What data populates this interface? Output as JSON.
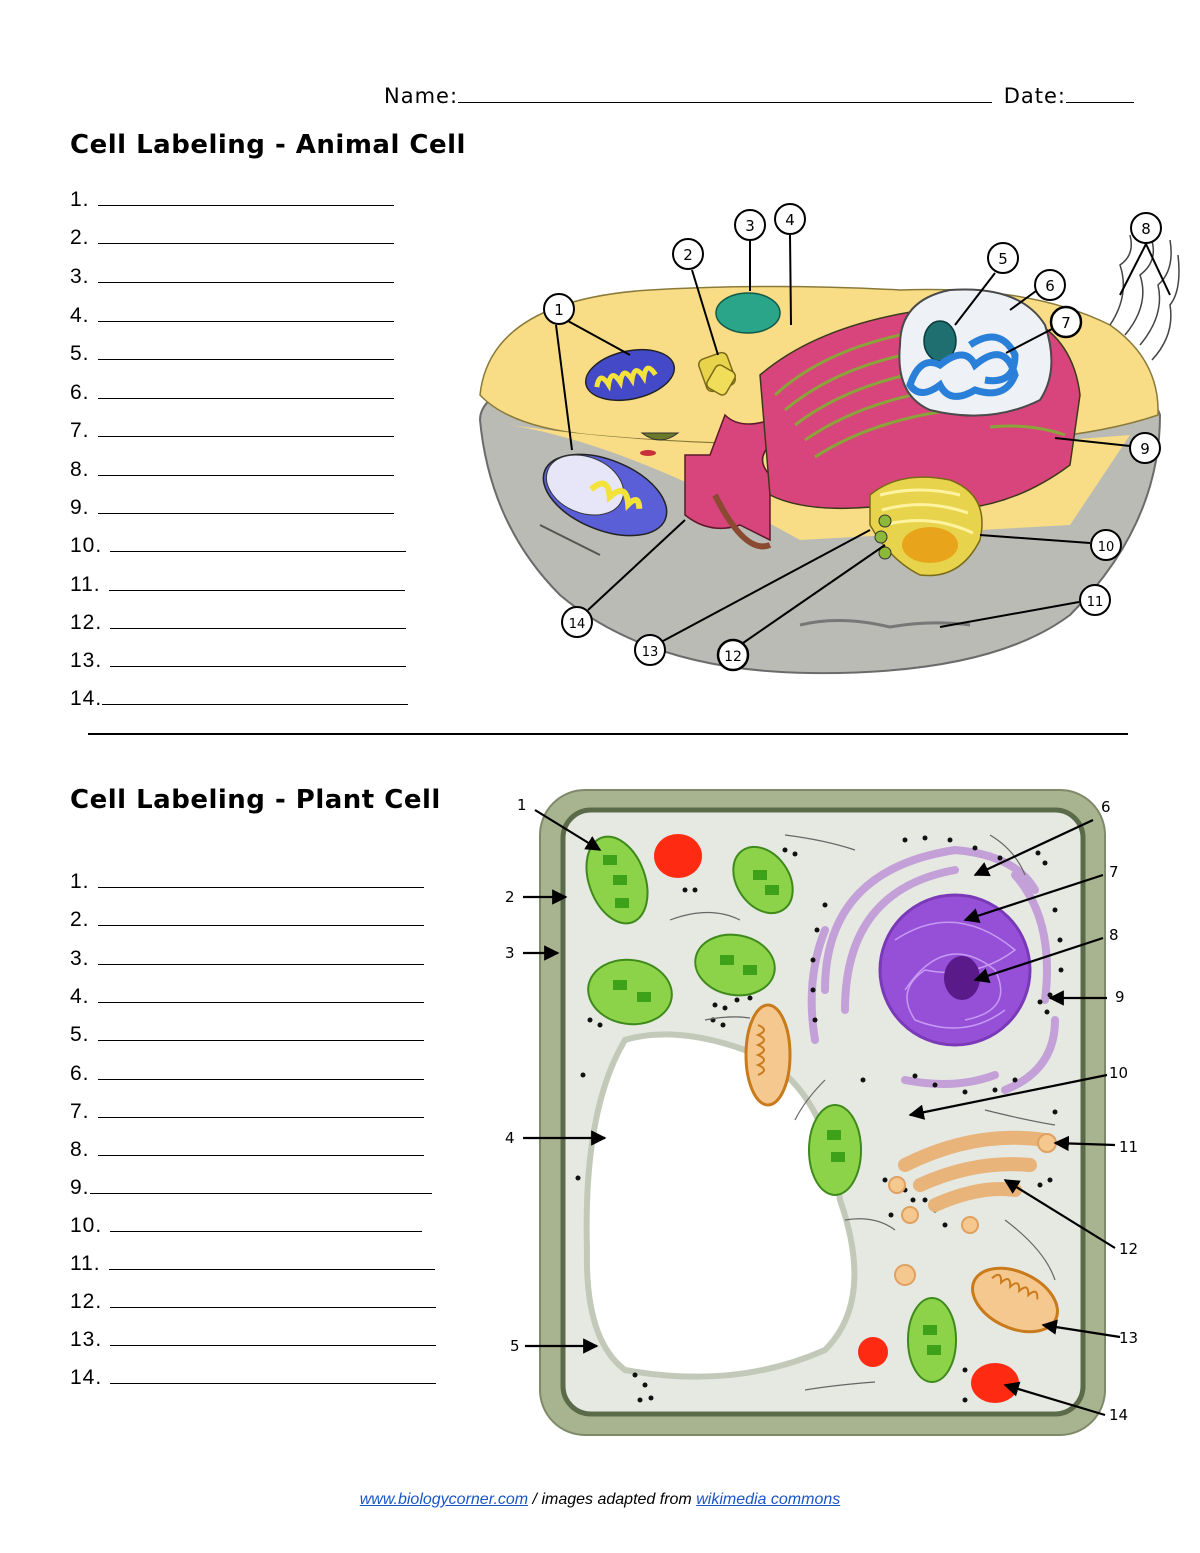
{
  "header": {
    "name_label": "Name:",
    "date_label": "Date:"
  },
  "animal": {
    "title": "Cell Labeling   -  Animal Cell",
    "items": [
      "1.",
      "2.",
      "3.",
      "4.",
      "5.",
      "6.",
      "7.",
      "8.",
      "9.",
      "10.",
      "11.",
      "12.",
      "13.",
      "14."
    ],
    "callouts": [
      "1",
      "2",
      "3",
      "4",
      "5",
      "6",
      "7",
      "8",
      "9",
      "10",
      "11",
      "12",
      "13",
      "14"
    ]
  },
  "plant": {
    "title": "Cell Labeling - Plant Cell",
    "items": [
      "1.",
      "2.",
      "3.",
      "4.",
      "5.",
      "6.",
      "7.",
      "8.",
      "9.",
      "10.",
      "11.",
      "12.",
      "13.",
      "14."
    ],
    "callouts": [
      "1",
      "2",
      "3",
      "4",
      "5",
      "6",
      "7",
      "8",
      "9",
      "10",
      "11",
      "12",
      "13",
      "14"
    ]
  },
  "footer": {
    "site_link": "www.biologycorner.com",
    "middle_text": " / images adapted from ",
    "source_link": "wikimedia commons"
  },
  "colors": {
    "cytoplasm_animal": "#f8dd86",
    "membrane_gray": "#b9bbb4",
    "er_pink": "#d8447c",
    "golgi_yellow": "#e8d44c",
    "mito_blue": "#4449c8",
    "nucleus_blue": "#2a7fd8",
    "plant_wall": "#a8b38f",
    "plant_cytoplasm": "#e6e8e2",
    "chloroplast": "#8dd34a",
    "mito_orange": "#e49a3a",
    "nucleus_purple": "#9650d8",
    "vesicle_red": "#ff2a12",
    "link_blue": "#1a55c8"
  }
}
